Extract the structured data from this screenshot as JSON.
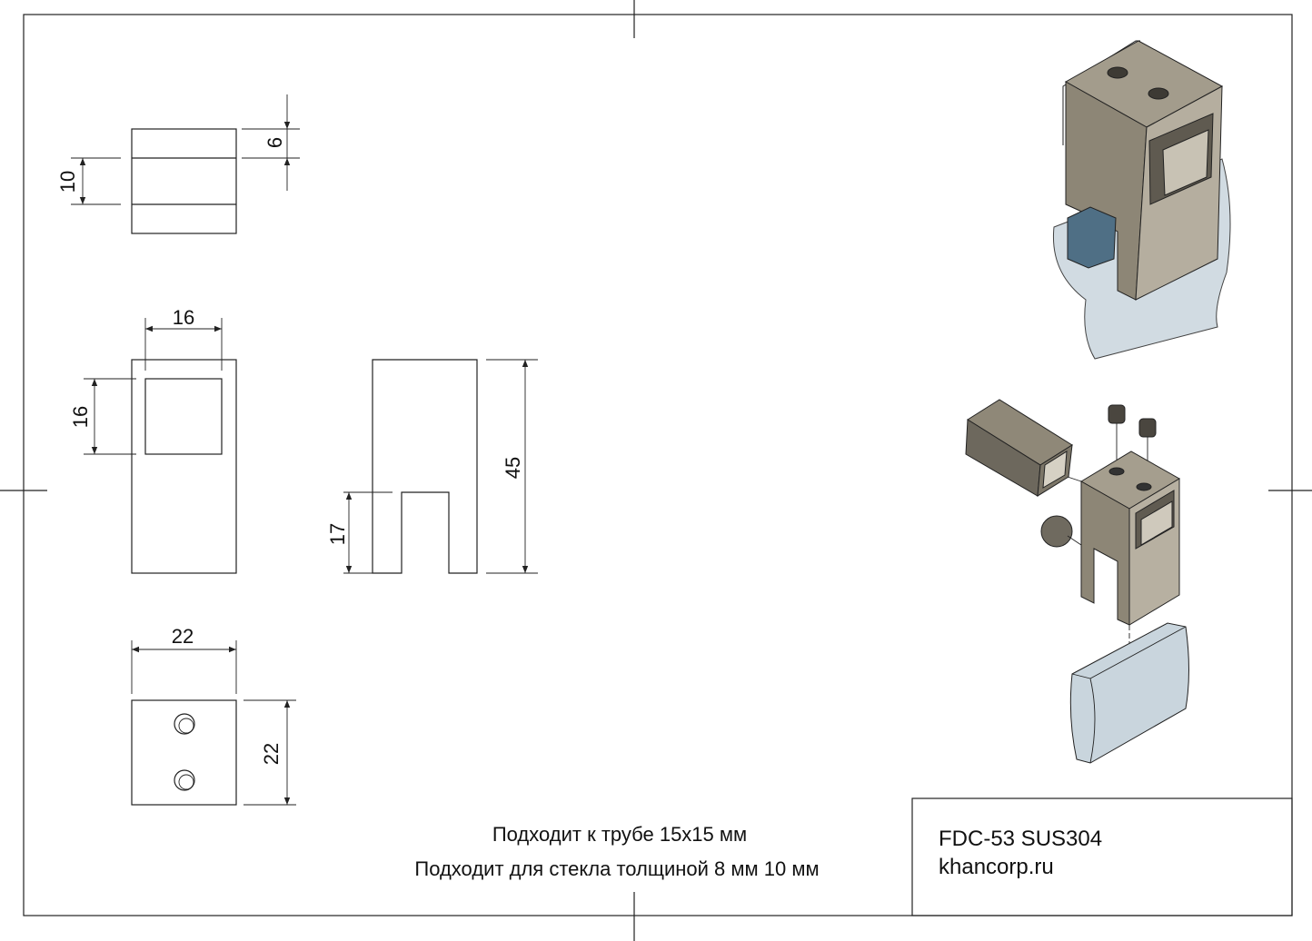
{
  "dimensions": {
    "top_view": {
      "height_total": "10",
      "slot": "6"
    },
    "front_view": {
      "opening_width": "16",
      "opening_height": "16"
    },
    "side_view": {
      "height": "45",
      "slot_height": "17"
    },
    "bottom_view": {
      "width": "22",
      "depth": "22"
    }
  },
  "notes": {
    "line1": "Подходит к трубе 15x15 мм",
    "line2": "Подходит для стекла толщиной 8 мм 10 мм"
  },
  "title_block": {
    "model": "FDC-53 SUS304",
    "website": "khancorp.ru"
  },
  "colors": {
    "metal": "#8a8373",
    "metal_light": "#a9a292",
    "glass": "#c9d5dd"
  }
}
